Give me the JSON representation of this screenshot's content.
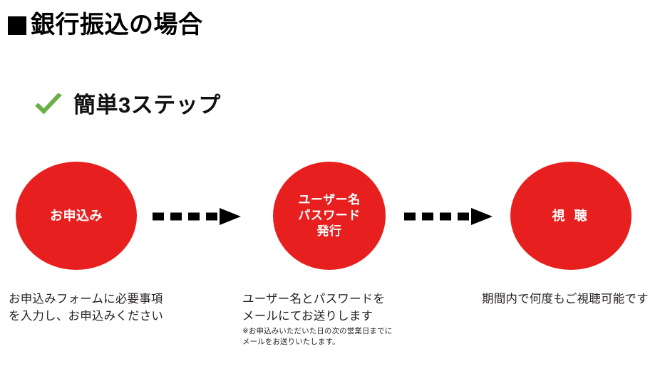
{
  "slide": {
    "title": "銀行振込の場合",
    "title_bullet": "■",
    "sub_heading": "簡単3ステップ",
    "check_icon": "check-icon",
    "colors": {
      "circle_red": "#e81f1f",
      "check_green": "#6aaf47",
      "text_black": "#231f20",
      "background": "#ffffff"
    }
  },
  "steps": [
    {
      "circle_label": "お申込み",
      "caption": "お申込みフォームに必要事項\nを入力し、お申込みください",
      "note": ""
    },
    {
      "circle_label": "ユーザー名\nパスワード\n発行",
      "caption": "ユーザー名とパスワードを\nメールにてお送りします",
      "note": "※お申込みいただいた日の次の営業日までに\nメールをお送りいたします。"
    },
    {
      "circle_label": "視 聴",
      "caption": "期間内で何度もご視聴可能です",
      "note": ""
    }
  ],
  "arrows": [
    {
      "name": "dashed-arrow-right"
    },
    {
      "name": "dashed-arrow-right"
    }
  ]
}
